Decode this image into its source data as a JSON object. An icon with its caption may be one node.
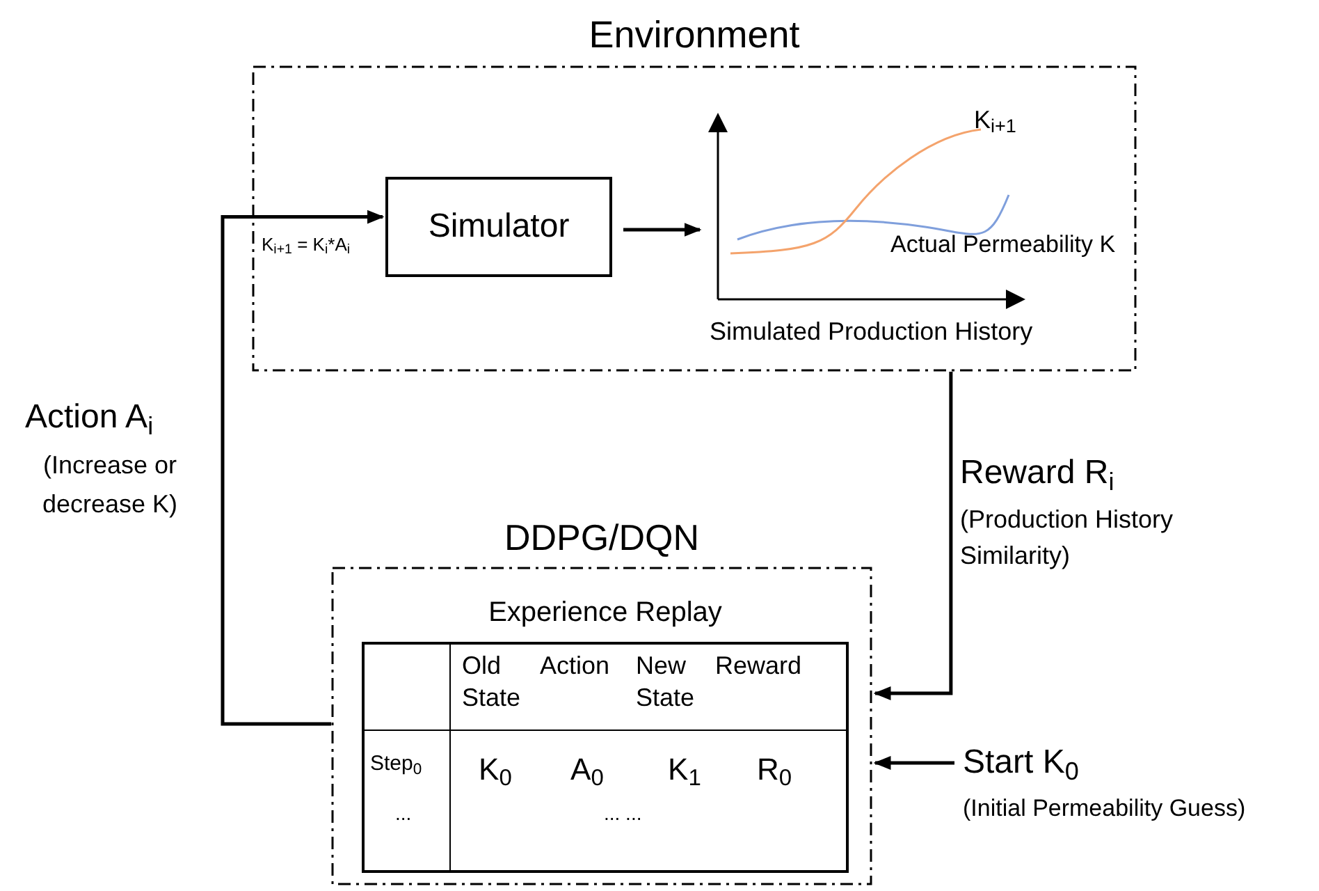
{
  "diagram": {
    "nodes": [
      {
        "text": [
          "Environment"
        ]
      },
      {
        "text": [
          "Simulator"
        ],
        "in": 0
      },
      {
        "text": [
          "K$_{i+1}$",
          "Actual Permeability K",
          "Simulated Production History"
        ],
        "in": 0
      },
      {
        "text": [
          "DDPG/DQN"
        ]
      },
      {
        "text": [
          "Experience Replay"
        ],
        "in": 3
      },
      {
        "text": [
          "Start K$_{0}$",
          "(Initial Permeability Guess)"
        ]
      }
    ],
    "edges": [
      {
        "from": 3,
        "to": 1,
        "arrow": "to",
        "label": "Action A$_{i}$"
      },
      {
        "from": 1,
        "to": 2,
        "arrow": "to"
      },
      {
        "from": 0,
        "to": 3,
        "arrow": "to",
        "label": "Reward R$_{i}$"
      },
      {
        "from": 5,
        "to": 3,
        "arrow": "to"
      }
    ],
    "labels": [
      "K$_{i+1}$ = K$_{i}$*A$_{i}$",
      "(Increase or decrease K)",
      "(Production History Similarity)",
      "Old State",
      "Action",
      "New State",
      "Reward",
      "Step$_{0}$",
      "K$_{0}$",
      "A$_{0}$",
      "K$_{1}$",
      "R$_{0}$",
      "...",
      "... ..."
    ]
  }
}
